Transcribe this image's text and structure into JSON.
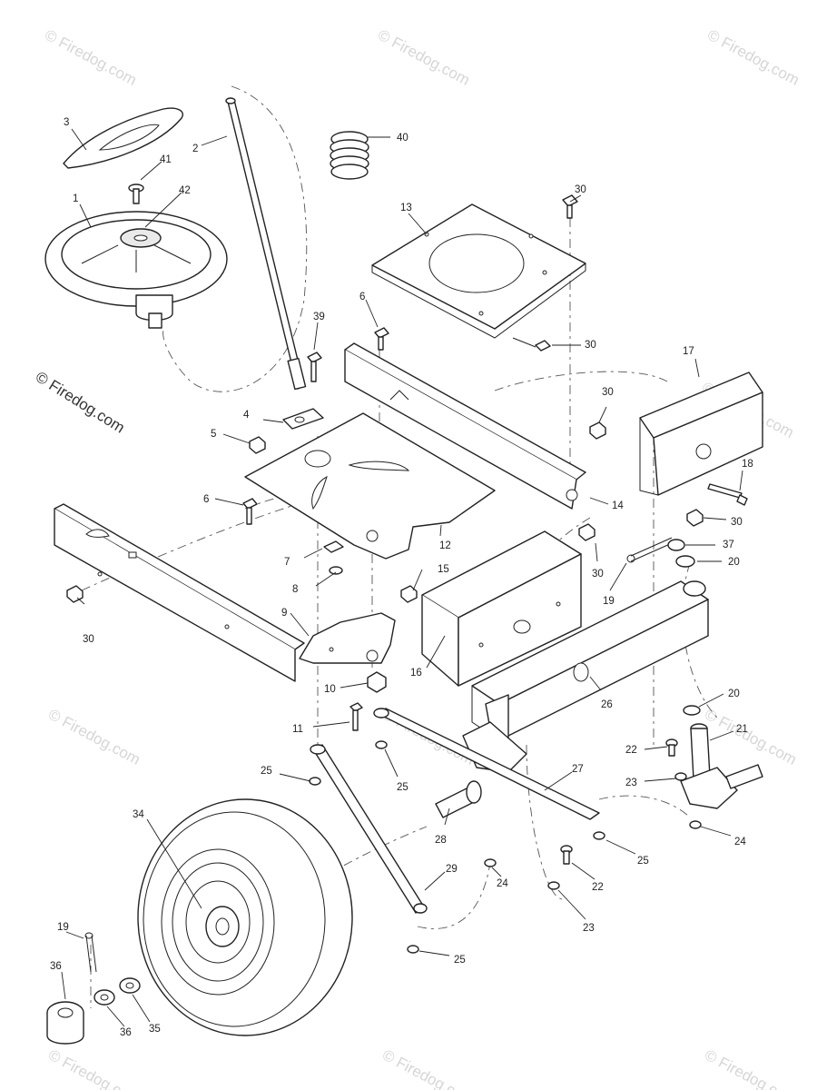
{
  "watermark_text": "© Firedog.com",
  "brand_text": "© Firedog.com",
  "callouts": {
    "c1": "1",
    "c2": "2",
    "c3": "3",
    "c4": "4",
    "c5": "5",
    "c6a": "6",
    "c6b": "6",
    "c7": "7",
    "c8": "8",
    "c9": "9",
    "c10": "10",
    "c11": "11",
    "c12": "12",
    "c13": "13",
    "c14": "14",
    "c15": "15",
    "c16": "16",
    "c17": "17",
    "c18": "18",
    "c19a": "19",
    "c19b": "19",
    "c20a": "20",
    "c20b": "20",
    "c21": "21",
    "c22a": "22",
    "c22b": "22",
    "c23a": "23",
    "c23b": "23",
    "c24a": "24",
    "c24b": "24",
    "c25a": "25",
    "c25b": "25",
    "c25c": "25",
    "c25d": "25",
    "c26": "26",
    "c27": "27",
    "c28": "28",
    "c29": "29",
    "c30a": "30",
    "c30b": "30",
    "c30c": "30",
    "c30d": "30",
    "c30e": "30",
    "c30f": "30",
    "c34": "34",
    "c35": "35",
    "c36a": "36",
    "c36b": "36",
    "c37": "37",
    "c39": "39",
    "c40": "40",
    "c41": "41",
    "c42": "42"
  }
}
